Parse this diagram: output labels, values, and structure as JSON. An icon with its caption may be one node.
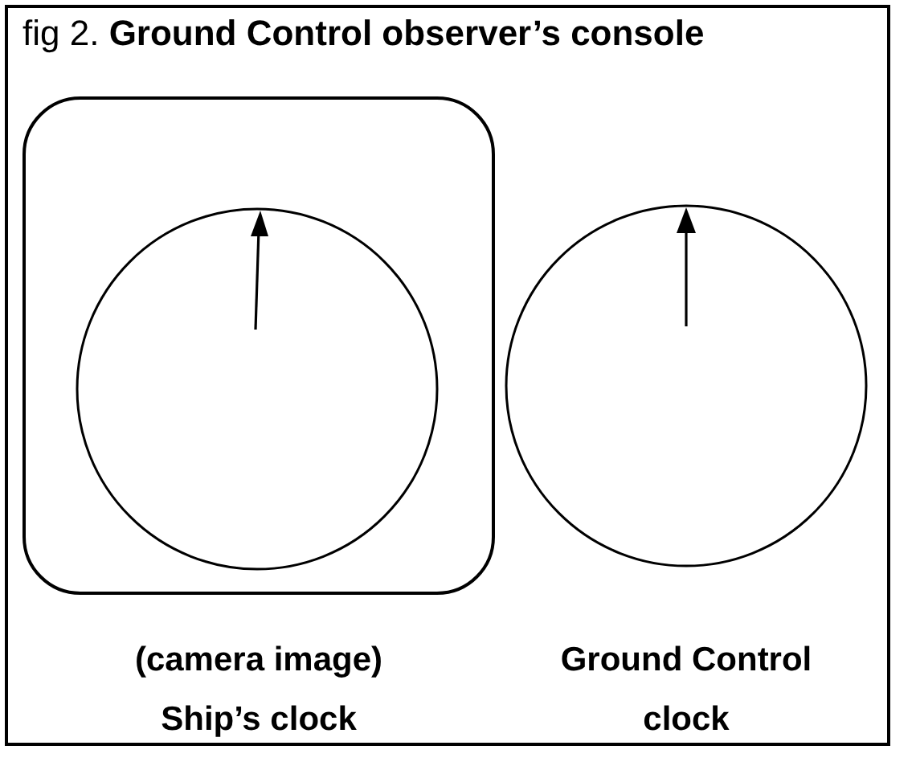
{
  "diagram": {
    "title": "fig 2. **Ground Control observer’s console**",
    "nodes": [
      {
        "text": [],
        "shape": "box",
        "beside": [
          "(camera image) Ship’s clock"
        ]
      },
      {
        "text": [],
        "shape": "circle",
        "in": 0
      },
      {
        "text": [],
        "shape": "circle",
        "beside": [
          "Ground Control clock"
        ]
      }
    ],
    "edges": []
  }
}
